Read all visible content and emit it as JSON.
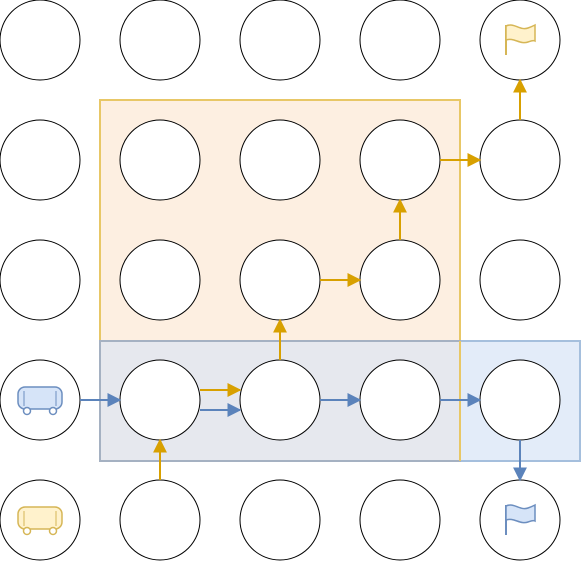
{
  "grid": {
    "rows": 5,
    "cols": 5
  },
  "regions": [
    {
      "name": "orange-region",
      "fill": "#fdefe1",
      "stroke": "#e8c766"
    },
    {
      "name": "gray-region",
      "fill": "#e6e8ee",
      "stroke": "#a5b1c2"
    },
    {
      "name": "blue-region-extension",
      "fill": "#e3ecf9",
      "stroke": "#a5bfdd"
    }
  ],
  "colors": {
    "orange_path": "#d8a000",
    "blue_path": "#5b83bb",
    "node_stroke": "#000000",
    "node_fill": "#ffffff",
    "blue_vehicle_fill": "#d6e4f8",
    "blue_vehicle_stroke": "#6c8ebf",
    "yellow_vehicle_fill": "#fff2cc",
    "yellow_vehicle_stroke": "#d6b656"
  },
  "icons": {
    "blue_start": "vehicle-icon",
    "yellow_start": "vehicle-icon",
    "blue_goal": "flag-icon",
    "yellow_goal": "flag-icon"
  },
  "orange_path": [
    [
      4,
      1
    ],
    [
      3,
      1
    ],
    [
      3,
      2
    ],
    [
      2,
      2
    ],
    [
      2,
      3
    ],
    [
      1,
      3
    ],
    [
      1,
      4
    ],
    [
      0,
      4
    ]
  ],
  "blue_path": [
    [
      3,
      0
    ],
    [
      3,
      1
    ],
    [
      3,
      2
    ],
    [
      3,
      3
    ],
    [
      3,
      4
    ],
    [
      4,
      4
    ]
  ]
}
